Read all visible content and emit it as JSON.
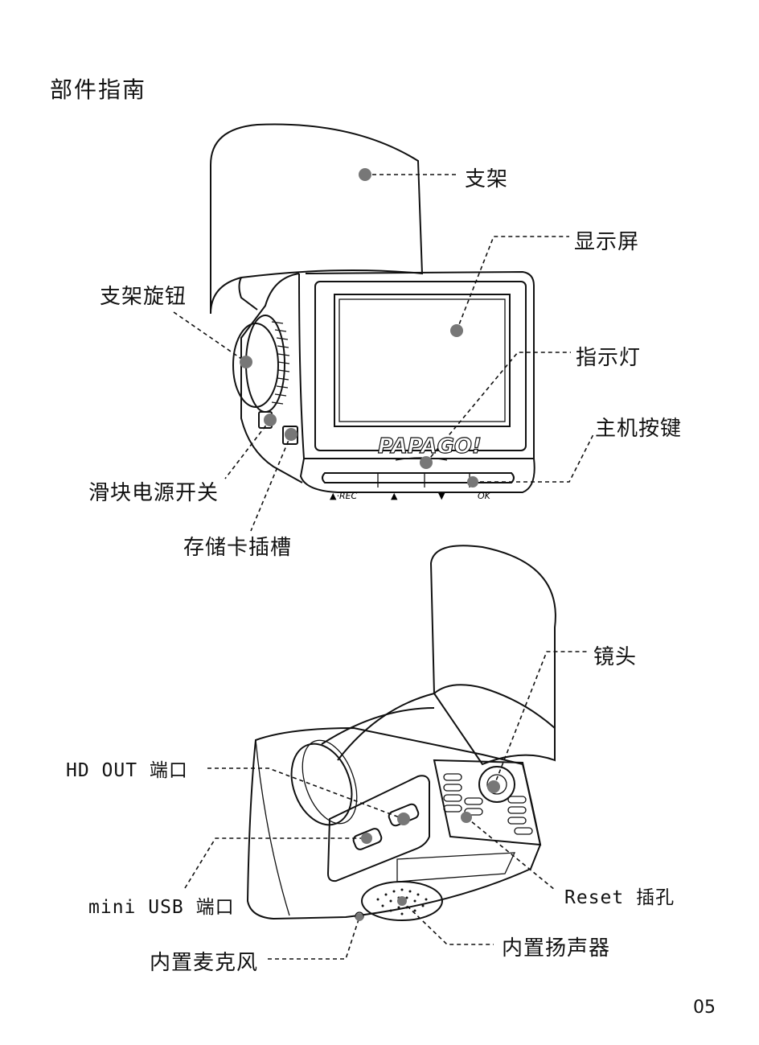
{
  "page": {
    "title": "部件指南",
    "page_number": "05"
  },
  "device_text": {
    "brand": "PAPAGO!",
    "button_1": "▲·REC",
    "button_2": "▲",
    "button_3": "▼",
    "button_4": "OK"
  },
  "labels": {
    "bracket": "支架",
    "screen": "显示屏",
    "bracket_knob": "支架旋钮",
    "indicator": "指示灯",
    "main_buttons": "主机按键",
    "power_switch": "滑块电源开关",
    "card_slot": "存储卡插槽",
    "lens": "镜头",
    "hd_out": "HD OUT 端口",
    "mini_usb": "mini USB 端口",
    "reset": "Reset 插孔",
    "speaker": "内置扬声器",
    "microphone": "内置麦克风"
  },
  "colors": {
    "callout_dot": "#777777",
    "line": "#111111"
  }
}
